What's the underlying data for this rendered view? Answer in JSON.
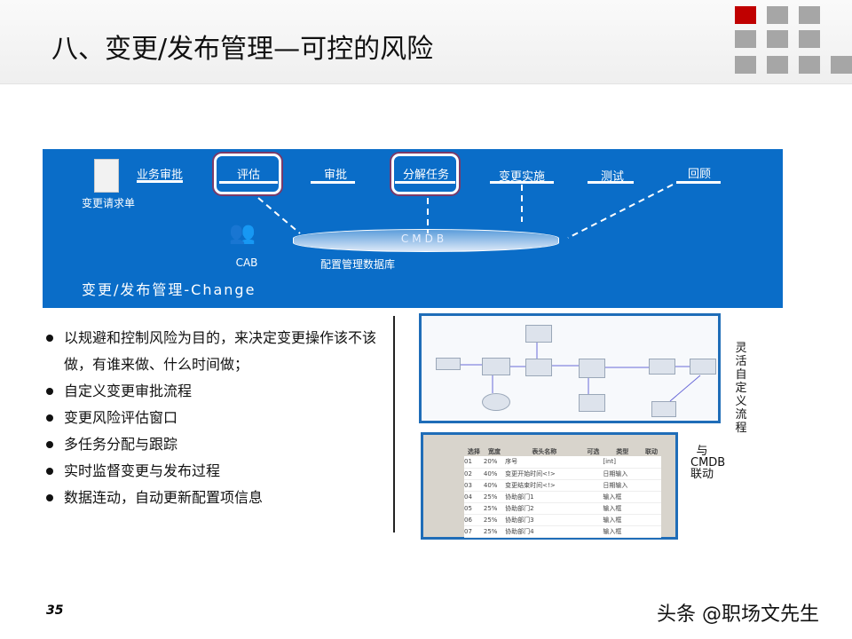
{
  "title": "八、变更/发布管理—可控的风险",
  "banner": {
    "request": "变更请求单",
    "steps": [
      "业务审批",
      "评估",
      "审批",
      "分解任务",
      "变更实施",
      "测试",
      "回顾"
    ],
    "cab": "CAB",
    "cmdb": "CMDB",
    "cmdb_label": "配置管理数据库",
    "caption": "变更/发布管理-Change"
  },
  "bullets": [
    "以规避和控制风险为目的，来决定变更操作该不该做，有谁来做、什么时间做；",
    "自定义变更审批流程",
    "变更风险评估窗口",
    "多任务分配与跟踪",
    "实时监督变更与发布过程",
    "数据连动，自动更新配置项信息"
  ],
  "side_labels": {
    "flow": "灵活自定义流程",
    "table": "与CMDB联动"
  },
  "table": {
    "headers": [
      "选择",
      "宽度",
      "表头名称",
      "可选",
      "类型",
      "联动"
    ],
    "rows": [
      [
        "01",
        "20%",
        "序号",
        "[int]"
      ],
      [
        "02",
        "40%",
        "变更开始时间<!>",
        "日期输入"
      ],
      [
        "03",
        "40%",
        "变更结束时间<!>",
        "日期输入"
      ],
      [
        "04",
        "25%",
        "协助部门1",
        "输入框"
      ],
      [
        "05",
        "25%",
        "协助部门2",
        "输入框"
      ],
      [
        "06",
        "25%",
        "协助部门3",
        "输入框"
      ],
      [
        "07",
        "25%",
        "协助部门4",
        "输入框"
      ]
    ]
  },
  "page_number": "35",
  "watermark": "头条 @职场文先生",
  "colors": {
    "banner": "#0a6dc8",
    "accent": "#c00000"
  }
}
